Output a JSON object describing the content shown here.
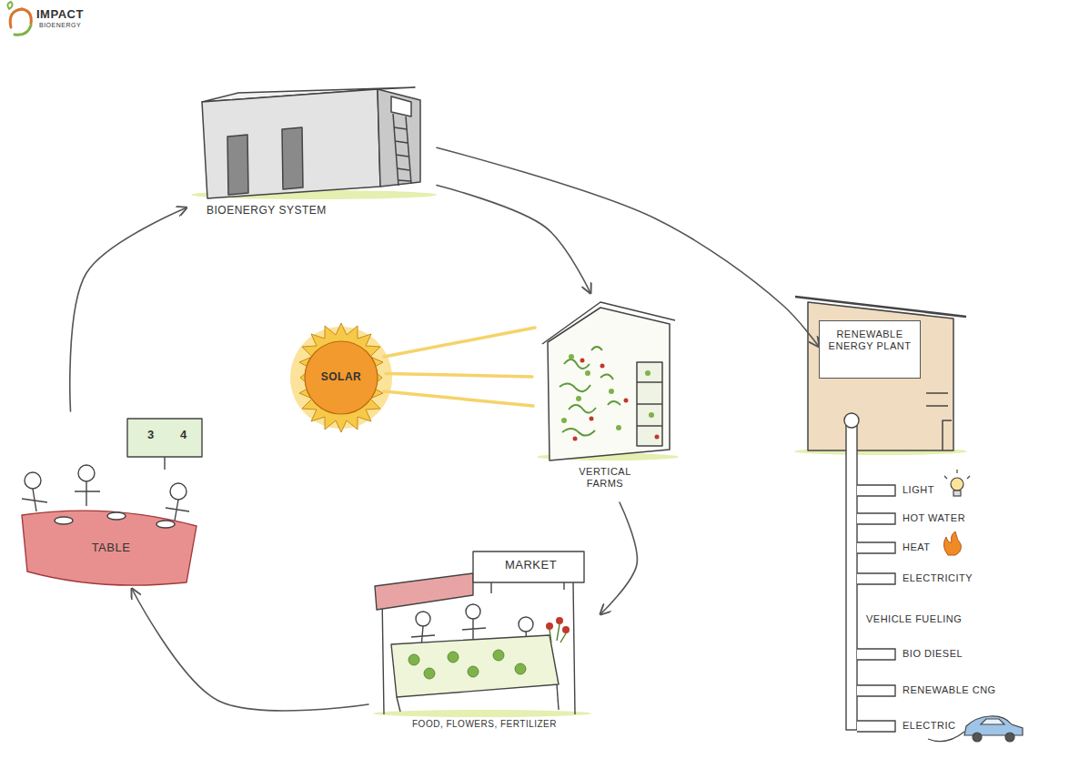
{
  "diagram": {
    "nodes": [
      {
        "text": [
          "BIOENERGY SYSTEM"
        ]
      },
      {
        "text": [
          "SOLAR"
        ]
      },
      {
        "text": [
          "VERTICAL FARMS"
        ]
      },
      {
        "text": [
          "RENEWABLE ENERGY PLANT"
        ]
      },
      {
        "text": [
          "MARKET",
          "FOOD, FLOWERS, FERTILIZER"
        ]
      },
      {
        "text": [
          "TABLE"
        ]
      }
    ],
    "edges": [
      {
        "from": 5,
        "to": 0,
        "arrow": "to"
      },
      {
        "from": 0,
        "to": 2,
        "arrow": "to"
      },
      {
        "from": 0,
        "to": 3,
        "arrow": "to"
      },
      {
        "from": 2,
        "to": 4,
        "arrow": "to"
      },
      {
        "from": 4,
        "to": 5,
        "arrow": "to"
      },
      {
        "from": 1,
        "to": 2,
        "arrow": "none"
      }
    ],
    "labels": [
      "IMPACT",
      "BIOENERGY",
      "3",
      "4",
      "LIGHT",
      "HOT WATER",
      "HEAT",
      "ELECTRICITY",
      "VEHICLE FUELING",
      "BIO DIESEL",
      "RENEWABLE CNG",
      "ELECTRIC"
    ]
  }
}
